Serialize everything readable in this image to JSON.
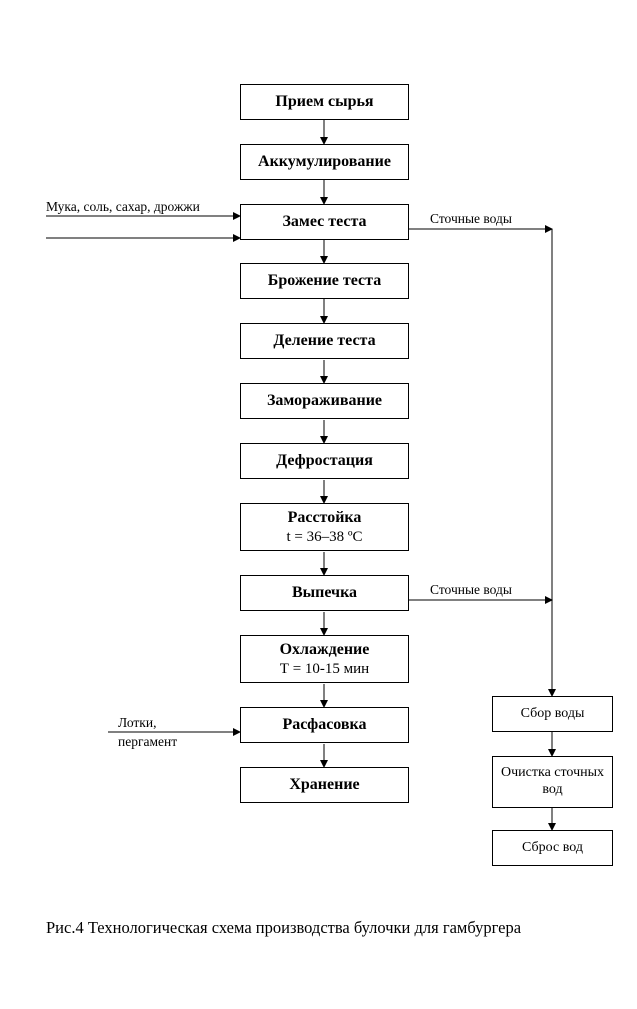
{
  "steps": [
    {
      "title": "Прием сырья"
    },
    {
      "title": "Аккумулирование"
    },
    {
      "title": "Замес теста"
    },
    {
      "title": "Брожение теста"
    },
    {
      "title": "Деление теста"
    },
    {
      "title": "Замораживание"
    },
    {
      "title": "Дефростация"
    },
    {
      "title": "Расстойка",
      "sub": "t = 36–38 ºС"
    },
    {
      "title": "Выпечка"
    },
    {
      "title": "Охлаждение",
      "sub": "Т = 10-15 мин"
    },
    {
      "title": "Расфасовка"
    },
    {
      "title": "Хранение"
    }
  ],
  "water_steps": [
    "Сбор воды",
    "Очистка сточных вод",
    "Сброс вод"
  ],
  "inputs": {
    "kneading": "Мука, соль, сахар, дрожжи",
    "packing_line1": "Лотки,",
    "packing_line2": "пергамент"
  },
  "wastewater_label": "Сточные воды",
  "caption": "Рис.4 Технологическая схема производства булочки для гамбургера"
}
